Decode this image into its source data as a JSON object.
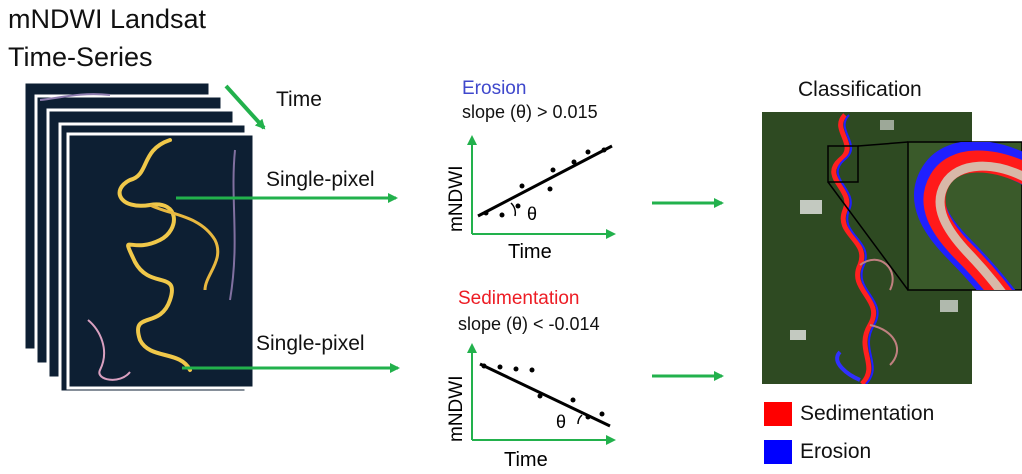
{
  "title": {
    "line1": "mNDWI Landsat",
    "line2": "Time-Series"
  },
  "time_arrow_label": "Time",
  "single_pixel_labels": [
    "Single-pixel",
    "Single-pixel"
  ],
  "erosion_plot": {
    "title": "Erosion",
    "rule": "slope (θ) > 0.015",
    "ylabel": "mNDWI",
    "xlabel": "Time",
    "angle_label": "θ"
  },
  "sedimentation_plot": {
    "title": "Sedimentation",
    "rule": "slope (θ) < -0.014",
    "ylabel": "mNDWI",
    "xlabel": "Time",
    "angle_label": "θ"
  },
  "classification": {
    "title": "Classification"
  },
  "legend": [
    {
      "label": "Sedimentation",
      "color": "#ff0000"
    },
    {
      "label": "Erosion",
      "color": "#0000ff"
    }
  ],
  "colors": {
    "arrow": "#22b14c",
    "erosion_text": "#3f48cc",
    "sedimentation_text": "#ed1c24",
    "frame_background": "#0d1f33",
    "river": "#f0c84a",
    "terrain": "#2e4a22"
  }
}
